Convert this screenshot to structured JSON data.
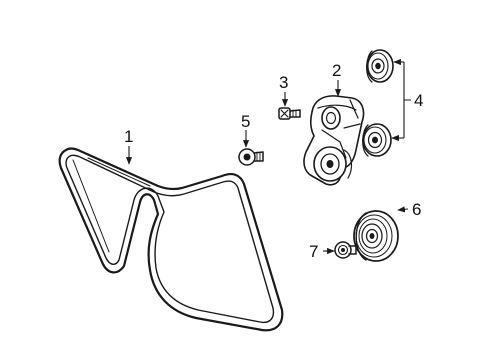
{
  "callouts": {
    "c1": "1",
    "c2": "2",
    "c3": "3",
    "c4": "4",
    "c5": "5",
    "c6": "6",
    "c7": "7"
  },
  "colors": {
    "ink": "#1a1a1a",
    "background": "#ffffff"
  }
}
